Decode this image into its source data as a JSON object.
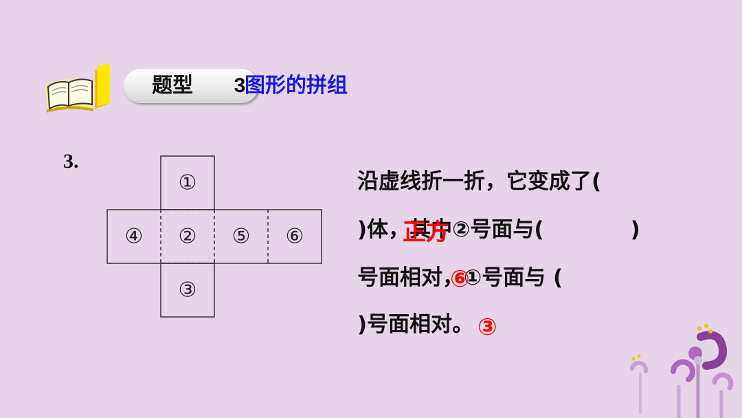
{
  "header": {
    "icon": "book-icon",
    "type_label": "题型",
    "type_number": "3",
    "section_title": "图形的拼组"
  },
  "question": {
    "number": "3.",
    "net_faces": [
      "①",
      "④",
      "②",
      "⑤",
      "⑥",
      "③"
    ],
    "line1": "沿虚线折一折，它变成了(",
    "line2_a": ")体，其中②号面与(",
    "line2_b": ")",
    "line3": "号面相对，①号面与 (",
    "line4": ")号面相对。",
    "answers": [
      "正方",
      "⑥",
      "③"
    ]
  },
  "colors": {
    "background": "#e6d4e8",
    "title_blue": "#1a1ad8",
    "answer_red": "#ff0000",
    "decoration_purple": "#8a3f9a"
  }
}
